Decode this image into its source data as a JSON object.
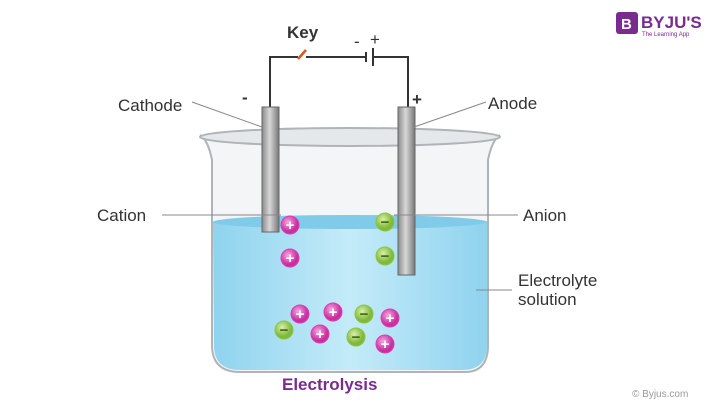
{
  "labels": {
    "key": "Key",
    "cathode": "Cathode",
    "anode": "Anode",
    "cation": "Cation",
    "anion": "Anion",
    "electrolyte_line1": "Electrolyte",
    "electrolyte_line2": "solution",
    "minus": "-",
    "plus": "+",
    "battery_minus": "-",
    "battery_plus": "+",
    "title": "Electrolysis",
    "copyright": "© Byjus.com"
  },
  "logo": {
    "name": "BYJU'S",
    "tagline": "The Learning App"
  },
  "colors": {
    "cation": "#d93fb0",
    "anion": "#8dc63f",
    "water": "#9fdcf2",
    "brand": "#7a2b8f",
    "key": "#d9531e"
  },
  "ions": {
    "cation_symbol": "+",
    "anion_symbol": "−"
  }
}
